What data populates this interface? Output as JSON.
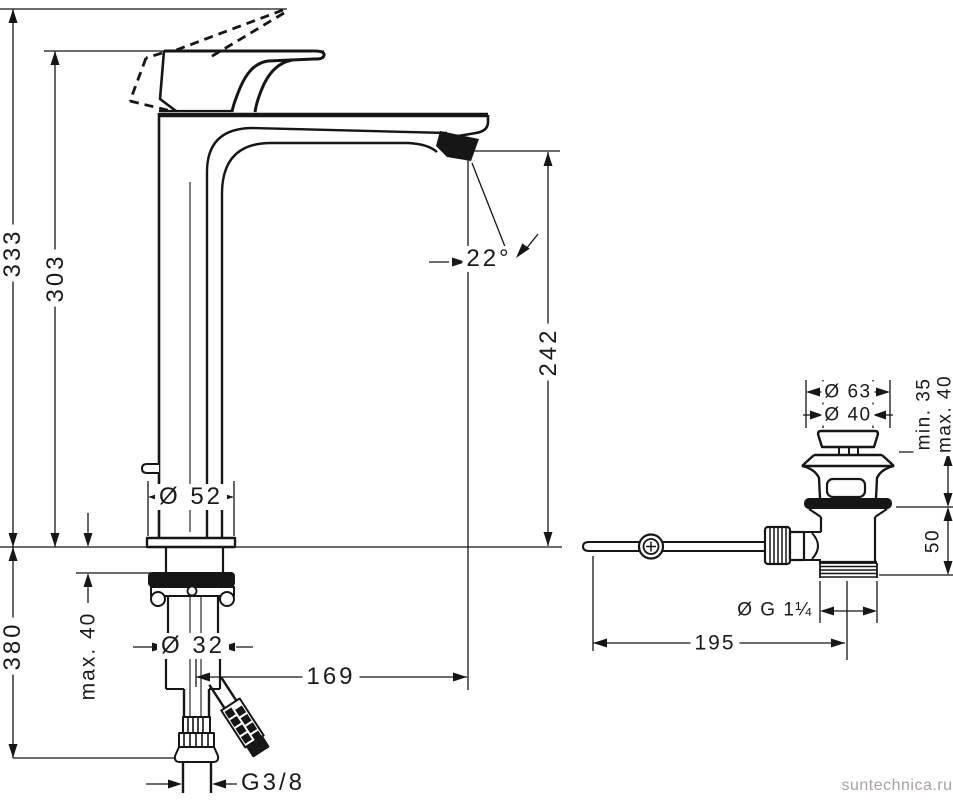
{
  "drawing_type": "technical dimension drawing",
  "subject": "tall single-lever basin mixer with pop-up waste set",
  "dims": {
    "overall_height": "333",
    "spout_top_height": "303",
    "below_deck_depth": "380",
    "deck_thickness_max": "max. 40",
    "body_diameter": "Ø 52",
    "shank_diameter": "Ø 32",
    "spout_reach": "169",
    "spout_angle": "22°",
    "outlet_height": "242",
    "supply_thread": "G3/8"
  },
  "waste": {
    "flange_diameter": "Ø 63",
    "hole_diameter": "Ø 40",
    "rim_min": "min. 35",
    "rim_max": "max. 40",
    "body_height": "50",
    "waste_thread": "Ø G 1¼",
    "rod_length": "195"
  },
  "watermark": "suntechnica.ru",
  "colors": {
    "line": "#161616",
    "watermark": "#a8a1a1",
    "background": "#ffffff"
  }
}
